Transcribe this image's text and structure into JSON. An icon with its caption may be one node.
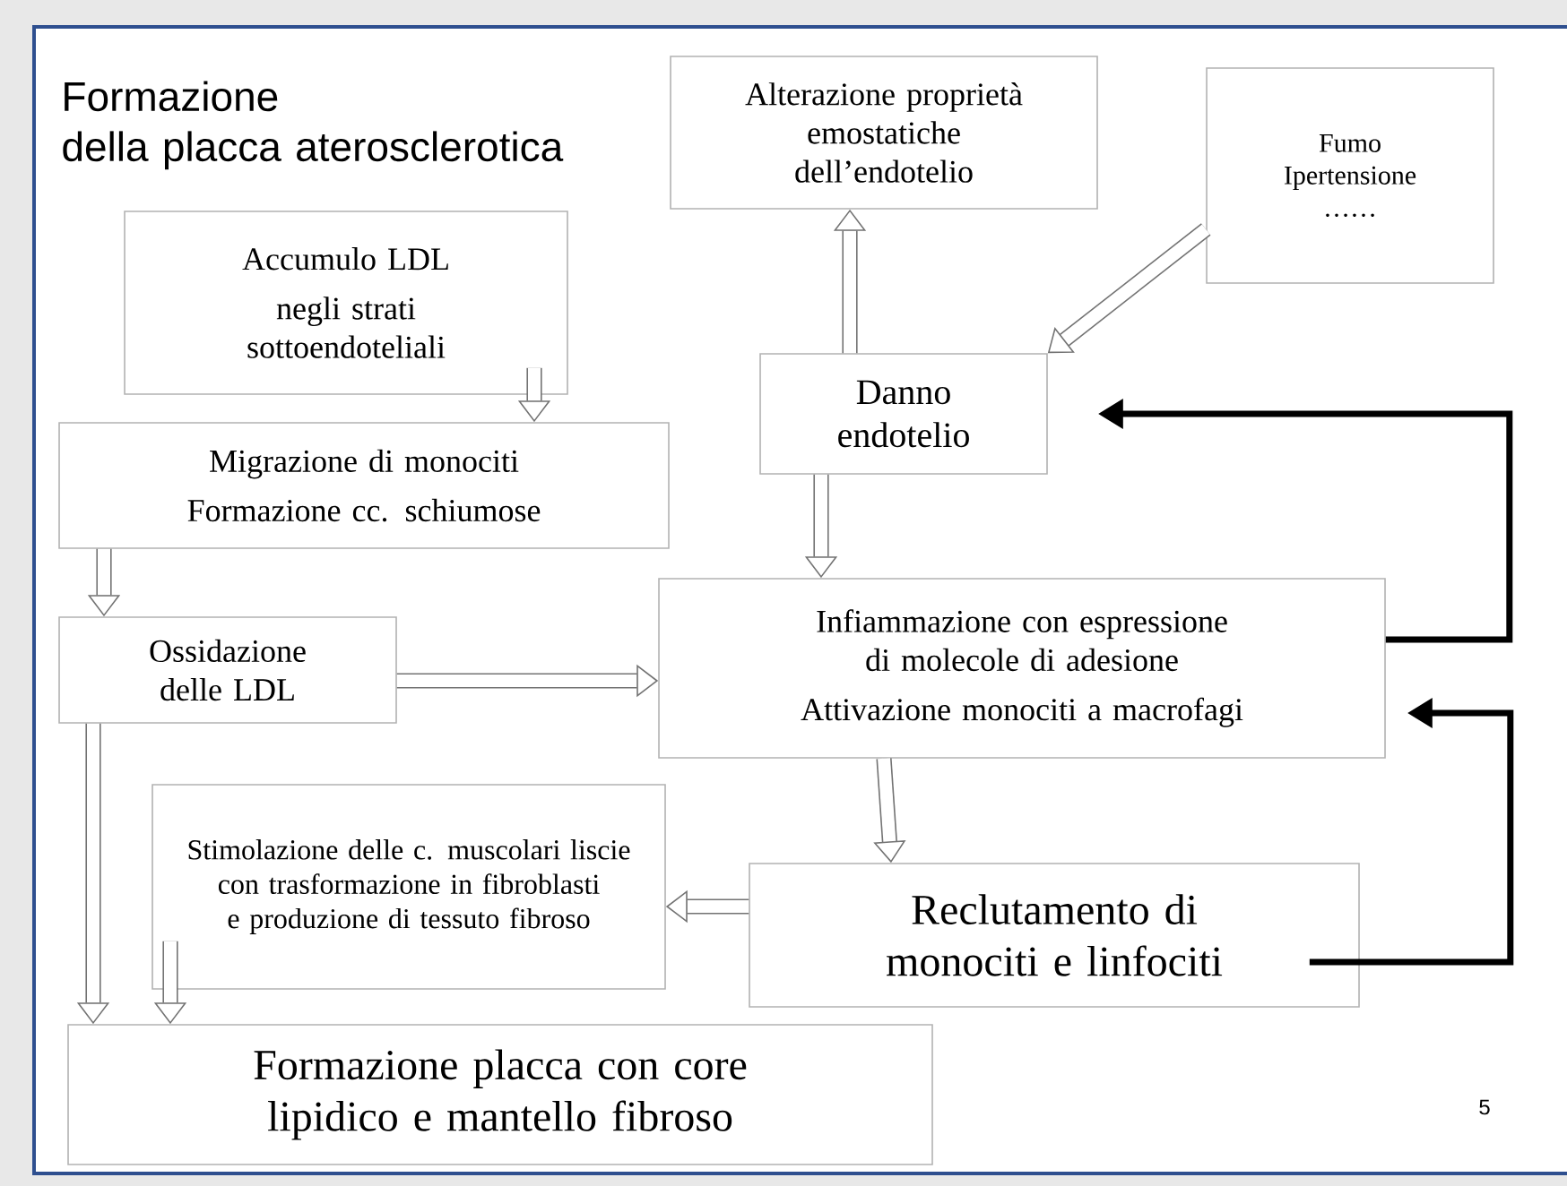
{
  "diagram": {
    "title": "Formazione della placca aterosclerotica",
    "nodes": [
      {
        "text": [
          "Accumulo LDL",
          "negli strati sottoendoteliali"
        ]
      },
      {
        "text": [
          "Migrazione di monociti",
          "Formazione cc. schiumose"
        ]
      },
      {
        "text": [
          "Ossidazione delle LDL"
        ]
      },
      {
        "text": [
          "Alterazione proprietà emostatiche dell’endotelio"
        ]
      },
      {
        "text": [
          "Fumo Ipertensione ……"
        ]
      },
      {
        "text": [
          "Danno endotelio"
        ]
      },
      {
        "text": [
          "Infiammazione con espressione di molecole di adesione",
          "Attivazione monociti a macrofagi"
        ]
      },
      {
        "text": [
          "Stimolazione delle c. muscolari liscie con trasformazione in fibroblasti e produzione di tessuto fibroso"
        ]
      },
      {
        "text": [
          "Reclutamento di monociti e linfociti"
        ]
      },
      {
        "text": [
          "Formazione placca con core lipidico e mantello fibroso"
        ]
      }
    ],
    "edges": [
      {
        "from": 0,
        "to": 1,
        "arrow": "to"
      },
      {
        "from": 1,
        "to": 2,
        "arrow": "to"
      },
      {
        "from": 2,
        "to": 6,
        "arrow": "to"
      },
      {
        "from": 5,
        "to": 3,
        "arrow": "to"
      },
      {
        "from": 4,
        "to": 5,
        "arrow": "to"
      },
      {
        "from": 5,
        "to": 6,
        "arrow": "to"
      },
      {
        "from": 6,
        "to": 8,
        "arrow": "to"
      },
      {
        "from": 8,
        "to": 7,
        "arrow": "to"
      },
      {
        "from": 2,
        "to": 9,
        "arrow": "to"
      },
      {
        "from": 7,
        "to": 9,
        "arrow": "to"
      },
      {
        "from": 6,
        "to": 5,
        "arrow": "to",
        "color": "#000000"
      },
      {
        "from": 8,
        "to": 6,
        "arrow": "to",
        "color": "#000000"
      }
    ],
    "labels": [
      "5"
    ]
  }
}
